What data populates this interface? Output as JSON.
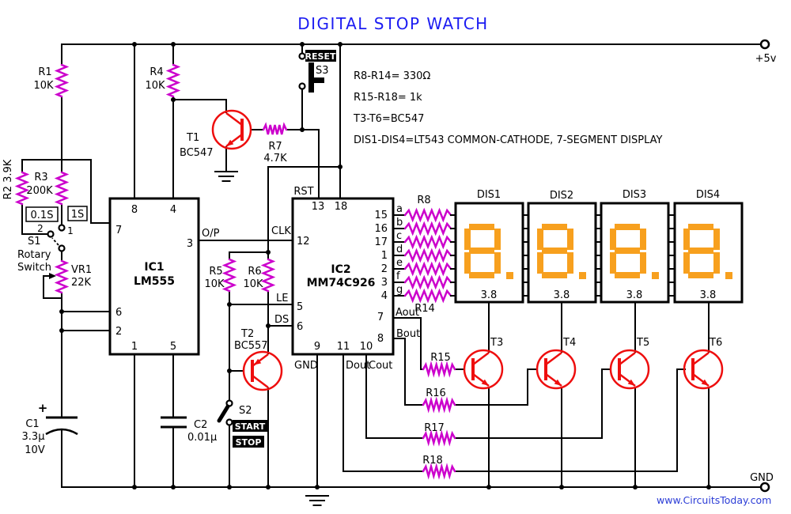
{
  "title": "DIGITAL STOP WATCH",
  "website": "www.CircuitsToday.com",
  "rails": {
    "vcc": "+5v",
    "gnd": "GND"
  },
  "notes": {
    "l1": "R8-R14= 330Ω",
    "l2": "R15-R18= 1k",
    "l3": "T3-T6=BC547",
    "l4": "DIS1-DIS4=LT543 COMMON-CATHODE, 7-SEGMENT DISPLAY"
  },
  "parts": {
    "r1": {
      "ref": "R1",
      "val": "10K"
    },
    "r2": {
      "ref": "R2 3.9K"
    },
    "r3": {
      "ref": "R3",
      "val": "200K"
    },
    "r4": {
      "ref": "R4",
      "val": "10K"
    },
    "r5": {
      "ref": "R5",
      "val": "10K"
    },
    "r6": {
      "ref": "R6",
      "val": "10K"
    },
    "r7": {
      "ref": "R7",
      "val": "4.7K"
    },
    "r8": {
      "ref": "R8"
    },
    "r14": {
      "ref": "R14"
    },
    "r15": {
      "ref": "R15"
    },
    "r16": {
      "ref": "R16"
    },
    "r17": {
      "ref": "R17"
    },
    "r18": {
      "ref": "R18"
    },
    "vr1": {
      "ref": "VR1",
      "val": "22K"
    },
    "c1": {
      "ref": "C1",
      "val": "3.3µ",
      "volt": "10V",
      "plus": "+"
    },
    "c2": {
      "ref": "C2",
      "val": "0.01µ"
    },
    "t1": {
      "ref": "T1",
      "part": "BC547"
    },
    "t2": {
      "ref": "T2",
      "part": "BC557"
    },
    "t3": {
      "ref": "T3"
    },
    "t4": {
      "ref": "T4"
    },
    "t5": {
      "ref": "T5"
    },
    "t6": {
      "ref": "T6"
    },
    "s1": {
      "ref": "S1",
      "type1": "Rotary",
      "type2": "Switch",
      "pos1": "1",
      "pos2": "2",
      "time1": "1S",
      "time2": "0.1S"
    },
    "s2": {
      "ref": "S2",
      "start": "START",
      "stop": "STOP"
    },
    "s3": {
      "ref": "S3",
      "reset": "RESET"
    }
  },
  "ic1": {
    "ref": "IC1",
    "part": "LM555",
    "out": "O/P",
    "pins": {
      "p1": "1",
      "p2": "2",
      "p3": "3",
      "p4": "4",
      "p5": "5",
      "p6": "6",
      "p7": "7",
      "p8": "8"
    }
  },
  "ic2": {
    "ref": "IC2",
    "part": "MM74C926",
    "pins": {
      "p1": "1",
      "p2": "2",
      "p3": "3",
      "p4": "4",
      "p5": "5",
      "p6": "6",
      "p7": "7",
      "p8": "8",
      "p9": "9",
      "p10": "10",
      "p11": "11",
      "p12": "12",
      "p13": "13",
      "p15": "15",
      "p16": "16",
      "p17": "17",
      "p18": "18"
    },
    "signals": {
      "rst": "RST",
      "clk": "CLK",
      "le": "LE",
      "ds": "DS",
      "gnd": "GND",
      "dout": "Dout",
      "cout": "Cout",
      "aout": "Aout",
      "bout": "Bout"
    },
    "segments": [
      "a",
      "b",
      "c",
      "d",
      "e",
      "f",
      "g"
    ]
  },
  "displays": {
    "items": [
      {
        "name": "DIS1",
        "value": "3.8"
      },
      {
        "name": "DIS2",
        "value": "3.8"
      },
      {
        "name": "DIS3",
        "value": "3.8"
      },
      {
        "name": "DIS4",
        "value": "3.8"
      }
    ]
  },
  "colors": {
    "resistor": "#cc00cc",
    "transistor_outline": "#ee0e0e",
    "segment_on": "#f7a01e",
    "title_blue": "#1c1cf2",
    "link_blue": "#2b3cd6",
    "wire": "#000000"
  }
}
